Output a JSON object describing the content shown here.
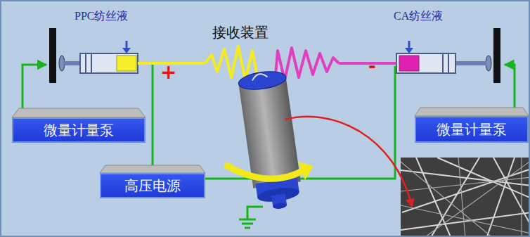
{
  "diagram": {
    "nodes": [
      {
        "text": [
          "微量计量泵"
        ]
      },
      {
        "text": [
          "高压电源"
        ]
      },
      {
        "text": [
          "微量计量泵"
        ]
      }
    ],
    "labels": [
      "PPC纺丝液",
      "接收装置",
      "CA纺丝液",
      "+",
      "-"
    ]
  }
}
